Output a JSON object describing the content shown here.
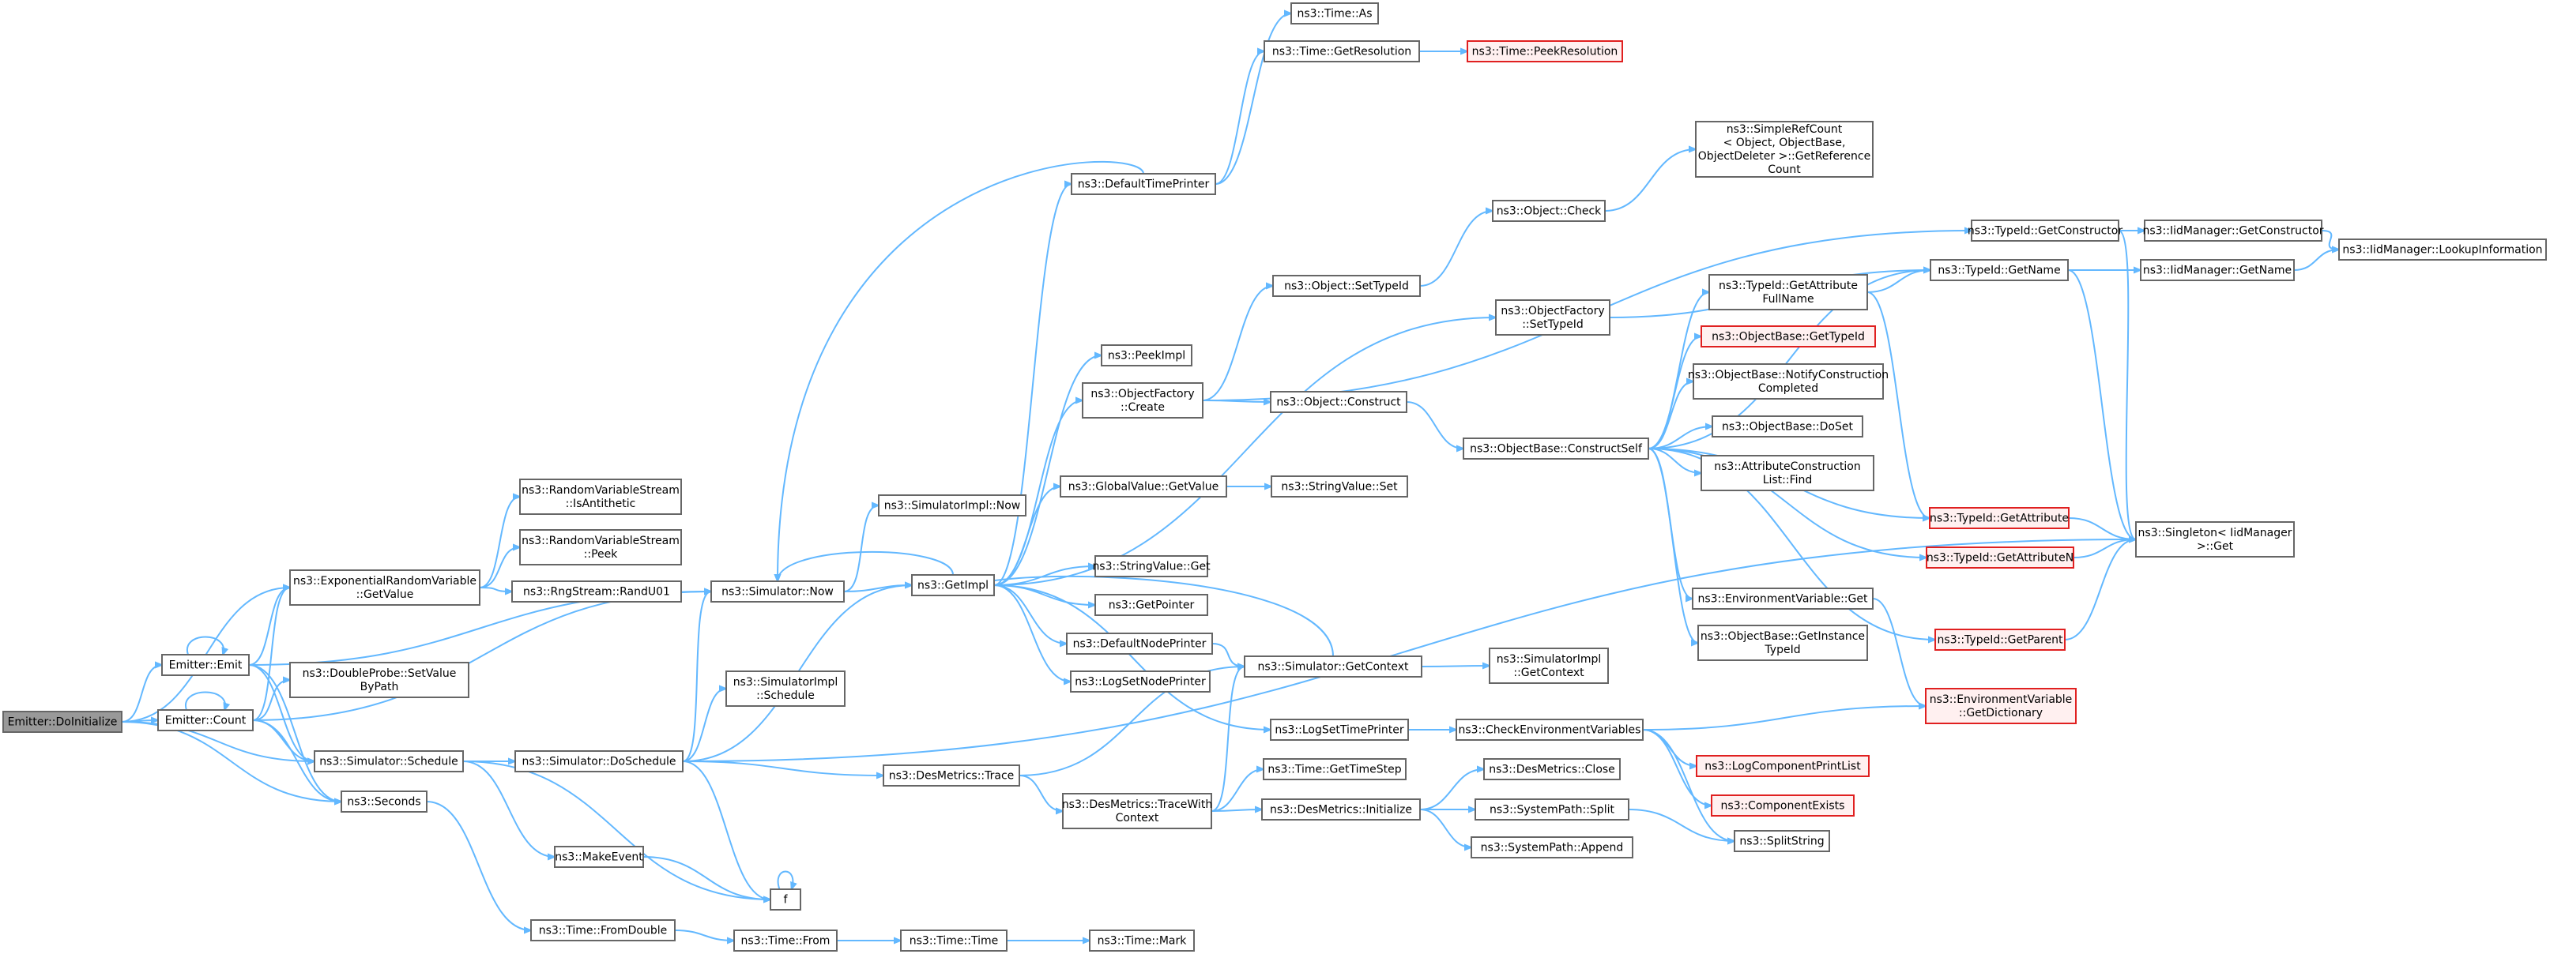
{
  "nodes": [
    {
      "id": "n_root",
      "lines": [
        "Emitter::DoInitialize"
      ],
      "style": "root"
    },
    {
      "id": "n_emit",
      "lines": [
        "Emitter::Emit"
      ]
    },
    {
      "id": "n_count",
      "lines": [
        "Emitter::Count"
      ]
    },
    {
      "id": "n_sched",
      "lines": [
        "ns3::Simulator::Schedule"
      ]
    },
    {
      "id": "n_seconds",
      "lines": [
        "ns3::Seconds"
      ]
    },
    {
      "id": "n_erv",
      "lines": [
        "ns3::ExponentialRandomVariable",
        "::GetValue"
      ]
    },
    {
      "id": "n_rvs_anti",
      "lines": [
        "ns3::RandomVariableStream",
        "::IsAntithetic"
      ]
    },
    {
      "id": "n_rvs_peek",
      "lines": [
        "ns3::RandomVariableStream",
        "::Peek"
      ]
    },
    {
      "id": "n_rng",
      "lines": [
        "ns3::RngStream::RandU01"
      ]
    },
    {
      "id": "n_dprobe",
      "lines": [
        "ns3::DoubleProbe::SetValue",
        "ByPath"
      ]
    },
    {
      "id": "n_simnow",
      "lines": [
        "ns3::Simulator::Now"
      ]
    },
    {
      "id": "n_simimplnow",
      "lines": [
        "ns3::SimulatorImpl::Now"
      ]
    },
    {
      "id": "n_simimplsched",
      "lines": [
        "ns3::SimulatorImpl",
        "::Schedule"
      ]
    },
    {
      "id": "n_dosched",
      "lines": [
        "ns3::Simulator::DoSchedule"
      ]
    },
    {
      "id": "n_makeevent",
      "lines": [
        "ns3::MakeEvent"
      ]
    },
    {
      "id": "n_f",
      "lines": [
        "f"
      ]
    },
    {
      "id": "n_fromdouble",
      "lines": [
        "ns3::Time::FromDouble"
      ]
    },
    {
      "id": "n_timefrom",
      "lines": [
        "ns3::Time::From"
      ]
    },
    {
      "id": "n_timetime",
      "lines": [
        "ns3::Time::Time"
      ]
    },
    {
      "id": "n_timemark",
      "lines": [
        "ns3::Time::Mark"
      ]
    },
    {
      "id": "n_getimpl",
      "lines": [
        "ns3::GetImpl"
      ]
    },
    {
      "id": "n_destrace",
      "lines": [
        "ns3::DesMetrics::Trace"
      ]
    },
    {
      "id": "n_destracewith",
      "lines": [
        "ns3::DesMetrics::TraceWith",
        "Context"
      ]
    },
    {
      "id": "n_deftp",
      "lines": [
        "ns3::DefaultTimePrinter"
      ]
    },
    {
      "id": "n_timeas",
      "lines": [
        "ns3::Time::As"
      ]
    },
    {
      "id": "n_timeres",
      "lines": [
        "ns3::Time::GetResolution"
      ]
    },
    {
      "id": "n_peekres",
      "lines": [
        "ns3::Time::PeekResolution"
      ],
      "style": "trunc"
    },
    {
      "id": "n_peekimpl",
      "lines": [
        "ns3::PeekImpl"
      ]
    },
    {
      "id": "n_ofcreate",
      "lines": [
        "ns3::ObjectFactory",
        "::Create"
      ]
    },
    {
      "id": "n_gvget",
      "lines": [
        "ns3::GlobalValue::GetValue"
      ]
    },
    {
      "id": "n_svget",
      "lines": [
        "ns3::StringValue::Get"
      ]
    },
    {
      "id": "n_getptr",
      "lines": [
        "ns3::GetPointer"
      ]
    },
    {
      "id": "n_defnp",
      "lines": [
        "ns3::DefaultNodePrinter"
      ]
    },
    {
      "id": "n_lognp",
      "lines": [
        "ns3::LogSetNodePrinter"
      ]
    },
    {
      "id": "n_svset",
      "lines": [
        "ns3::StringValue::Set"
      ]
    },
    {
      "id": "n_objsettid",
      "lines": [
        "ns3::Object::SetTypeId"
      ]
    },
    {
      "id": "n_objcons",
      "lines": [
        "ns3::Object::Construct"
      ]
    },
    {
      "id": "n_simgetctx",
      "lines": [
        "ns3::Simulator::GetContext"
      ]
    },
    {
      "id": "n_logtp",
      "lines": [
        "ns3::LogSetTimePrinter"
      ]
    },
    {
      "id": "n_timestep",
      "lines": [
        "ns3::Time::GetTimeStep"
      ]
    },
    {
      "id": "n_desinit",
      "lines": [
        "ns3::DesMetrics::Initialize"
      ]
    },
    {
      "id": "n_objcheck",
      "lines": [
        "ns3::Object::Check"
      ]
    },
    {
      "id": "n_srefcount",
      "lines": [
        "ns3::SimpleRefCount",
        "< Object, ObjectBase,",
        "ObjectDeleter >::GetReference",
        "Count"
      ]
    },
    {
      "id": "n_ofsettid",
      "lines": [
        "ns3::ObjectFactory",
        "::SetTypeId"
      ]
    },
    {
      "id": "n_obcs",
      "lines": [
        "ns3::ObjectBase::ConstructSelf"
      ]
    },
    {
      "id": "n_simimplgetctx",
      "lines": [
        "ns3::SimulatorImpl",
        "::GetContext"
      ]
    },
    {
      "id": "n_checkenv",
      "lines": [
        "ns3::CheckEnvironmentVariables"
      ]
    },
    {
      "id": "n_desclose",
      "lines": [
        "ns3::DesMetrics::Close"
      ]
    },
    {
      "id": "n_spsplit",
      "lines": [
        "ns3::SystemPath::Split"
      ]
    },
    {
      "id": "n_spappend",
      "lines": [
        "ns3::SystemPath::Append"
      ]
    },
    {
      "id": "n_tidattrfull",
      "lines": [
        "ns3::TypeId::GetAttribute",
        "FullName"
      ]
    },
    {
      "id": "n_obgettid",
      "lines": [
        "ns3::ObjectBase::GetTypeId"
      ],
      "style": "trunc"
    },
    {
      "id": "n_obnotify",
      "lines": [
        "ns3::ObjectBase::NotifyConstruction",
        "Completed"
      ]
    },
    {
      "id": "n_obdoset",
      "lines": [
        "ns3::ObjectBase::DoSet"
      ]
    },
    {
      "id": "n_aclfind",
      "lines": [
        "ns3::AttributeConstruction",
        "List::Find"
      ]
    },
    {
      "id": "n_envget",
      "lines": [
        "ns3::EnvironmentVariable::Get"
      ]
    },
    {
      "id": "n_obgetinst",
      "lines": [
        "ns3::ObjectBase::GetInstance",
        "TypeId"
      ]
    },
    {
      "id": "n_logcpl",
      "lines": [
        "ns3::LogComponentPrintList"
      ],
      "style": "trunc"
    },
    {
      "id": "n_compexists",
      "lines": [
        "ns3::ComponentExists"
      ],
      "style": "trunc"
    },
    {
      "id": "n_splitstr",
      "lines": [
        "ns3::SplitString"
      ]
    },
    {
      "id": "n_tidgetctor",
      "lines": [
        "ns3::TypeId::GetConstructor"
      ]
    },
    {
      "id": "n_tidgetname",
      "lines": [
        "ns3::TypeId::GetName"
      ]
    },
    {
      "id": "n_tidgetattr",
      "lines": [
        "ns3::TypeId::GetAttribute"
      ],
      "style": "trunc"
    },
    {
      "id": "n_tidgetattrn",
      "lines": [
        "ns3::TypeId::GetAttributeN"
      ],
      "style": "trunc"
    },
    {
      "id": "n_tidgetparent",
      "lines": [
        "ns3::TypeId::GetParent"
      ],
      "style": "trunc"
    },
    {
      "id": "n_envdict",
      "lines": [
        "ns3::EnvironmentVariable",
        "::GetDictionary"
      ],
      "style": "trunc"
    },
    {
      "id": "n_iidgetctor",
      "lines": [
        "ns3::IidManager::GetConstructor"
      ]
    },
    {
      "id": "n_iidgetname",
      "lines": [
        "ns3::IidManager::GetName"
      ]
    },
    {
      "id": "n_iidlookup",
      "lines": [
        "ns3::IidManager::LookupInformation"
      ]
    },
    {
      "id": "n_singleton",
      "lines": [
        "ns3::Singleton< IidManager",
        ">::Get"
      ]
    }
  ],
  "edges": [
    [
      "n_root",
      "n_emit"
    ],
    [
      "n_root",
      "n_count"
    ],
    [
      "n_root",
      "n_erv"
    ],
    [
      "n_root",
      "n_sched"
    ],
    [
      "n_root",
      "n_seconds"
    ],
    [
      "n_emit",
      "n_emit"
    ],
    [
      "n_emit",
      "n_erv"
    ],
    [
      "n_emit",
      "n_simnow"
    ],
    [
      "n_emit",
      "n_sched"
    ],
    [
      "n_emit",
      "n_seconds"
    ],
    [
      "n_count",
      "n_count"
    ],
    [
      "n_count",
      "n_erv"
    ],
    [
      "n_count",
      "n_dprobe"
    ],
    [
      "n_count",
      "n_simnow"
    ],
    [
      "n_count",
      "n_sched"
    ],
    [
      "n_count",
      "n_seconds"
    ],
    [
      "n_erv",
      "n_rvs_anti"
    ],
    [
      "n_erv",
      "n_rvs_peek"
    ],
    [
      "n_erv",
      "n_rng"
    ],
    [
      "n_sched",
      "n_dosched"
    ],
    [
      "n_sched",
      "n_makeevent"
    ],
    [
      "n_sched",
      "n_f"
    ],
    [
      "n_seconds",
      "n_fromdouble"
    ],
    [
      "n_simnow",
      "n_simimplnow"
    ],
    [
      "n_simnow",
      "n_getimpl"
    ],
    [
      "n_dosched",
      "n_simnow"
    ],
    [
      "n_dosched",
      "n_simimplsched"
    ],
    [
      "n_dosched",
      "n_getimpl"
    ],
    [
      "n_dosched",
      "n_destrace"
    ],
    [
      "n_dosched",
      "n_f"
    ],
    [
      "n_dosched",
      "n_singleton"
    ],
    [
      "n_makeevent",
      "n_f"
    ],
    [
      "n_f",
      "n_f"
    ],
    [
      "n_fromdouble",
      "n_timefrom"
    ],
    [
      "n_timefrom",
      "n_timetime"
    ],
    [
      "n_timetime",
      "n_timemark"
    ],
    [
      "n_getimpl",
      "n_simnow"
    ],
    [
      "n_getimpl",
      "n_deftp"
    ],
    [
      "n_getimpl",
      "n_peekimpl"
    ],
    [
      "n_getimpl",
      "n_ofcreate"
    ],
    [
      "n_getimpl",
      "n_gvget"
    ],
    [
      "n_getimpl",
      "n_svget"
    ],
    [
      "n_getimpl",
      "n_getptr"
    ],
    [
      "n_getimpl",
      "n_defnp"
    ],
    [
      "n_getimpl",
      "n_lognp"
    ],
    [
      "n_getimpl",
      "n_logtp"
    ],
    [
      "n_getimpl",
      "n_ofsettid"
    ],
    [
      "n_destrace",
      "n_simgetctx"
    ],
    [
      "n_destrace",
      "n_destracewith"
    ],
    [
      "n_destracewith",
      "n_simgetctx"
    ],
    [
      "n_destracewith",
      "n_timestep"
    ],
    [
      "n_destracewith",
      "n_desinit"
    ],
    [
      "n_deftp",
      "n_timeas"
    ],
    [
      "n_deftp",
      "n_timeres"
    ],
    [
      "n_deftp",
      "n_simnow"
    ],
    [
      "n_timeres",
      "n_peekres"
    ],
    [
      "n_ofcreate",
      "n_objsettid"
    ],
    [
      "n_ofcreate",
      "n_objcons"
    ],
    [
      "n_ofcreate",
      "n_tidgetctor"
    ],
    [
      "n_gvget",
      "n_svset"
    ],
    [
      "n_defnp",
      "n_simgetctx"
    ],
    [
      "n_objsettid",
      "n_objcheck"
    ],
    [
      "n_objcheck",
      "n_srefcount"
    ],
    [
      "n_objcons",
      "n_obcs"
    ],
    [
      "n_simgetctx",
      "n_simimplgetctx"
    ],
    [
      "n_simgetctx",
      "n_getimpl"
    ],
    [
      "n_logtp",
      "n_checkenv"
    ],
    [
      "n_desinit",
      "n_desclose"
    ],
    [
      "n_desinit",
      "n_spsplit"
    ],
    [
      "n_desinit",
      "n_spappend"
    ],
    [
      "n_ofsettid",
      "n_tidgetname"
    ],
    [
      "n_obcs",
      "n_tidattrfull"
    ],
    [
      "n_obcs",
      "n_obgettid"
    ],
    [
      "n_obcs",
      "n_obnotify"
    ],
    [
      "n_obcs",
      "n_obdoset"
    ],
    [
      "n_obcs",
      "n_aclfind"
    ],
    [
      "n_obcs",
      "n_tidgetattr"
    ],
    [
      "n_obcs",
      "n_tidgetattrn"
    ],
    [
      "n_obcs",
      "n_envget"
    ],
    [
      "n_obcs",
      "n_obgetinst"
    ],
    [
      "n_obcs",
      "n_tidgetparent"
    ],
    [
      "n_obcs",
      "n_tidgetname"
    ],
    [
      "n_checkenv",
      "n_envdict"
    ],
    [
      "n_checkenv",
      "n_logcpl"
    ],
    [
      "n_checkenv",
      "n_compexists"
    ],
    [
      "n_checkenv",
      "n_splitstr"
    ],
    [
      "n_spsplit",
      "n_splitstr"
    ],
    [
      "n_envget",
      "n_envdict"
    ],
    [
      "n_tidattrfull",
      "n_tidgetname"
    ],
    [
      "n_tidattrfull",
      "n_tidgetattr"
    ],
    [
      "n_tidgetctor",
      "n_iidgetctor"
    ],
    [
      "n_tidgetctor",
      "n_singleton"
    ],
    [
      "n_tidgetname",
      "n_iidgetname"
    ],
    [
      "n_tidgetname",
      "n_singleton"
    ],
    [
      "n_iidgetctor",
      "n_iidlookup"
    ],
    [
      "n_iidgetname",
      "n_iidlookup"
    ],
    [
      "n_tidgetattr",
      "n_singleton"
    ],
    [
      "n_tidgetattrn",
      "n_singleton"
    ],
    [
      "n_tidgetparent",
      "n_singleton"
    ]
  ]
}
